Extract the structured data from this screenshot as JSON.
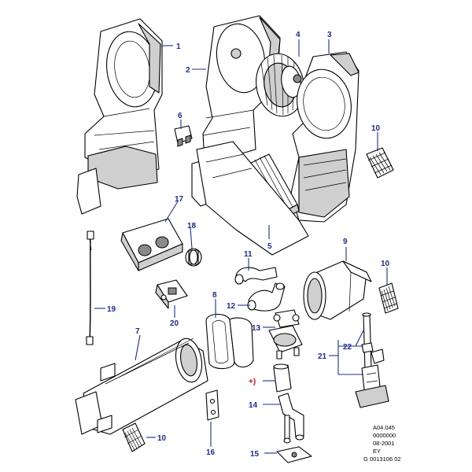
{
  "callouts": {
    "c1": "1",
    "c2": "2",
    "c3": "3",
    "c4": "4",
    "c5": "5",
    "c6": "6",
    "c7": "7",
    "c8": "8",
    "c9": "9",
    "c10a": "10",
    "c10b": "10",
    "c10c": "10",
    "c11": "11",
    "c12": "12",
    "c13": "13",
    "c14": "14",
    "c15": "15",
    "c16": "16",
    "c17": "17",
    "c18": "18",
    "c19": "19",
    "c20": "20",
    "c21": "21",
    "c22": "22",
    "cplus": "+)"
  },
  "reference_block": {
    "line1": "A04.045",
    "line2": "0000000",
    "line3": "08-2001",
    "line4": "EY",
    "line5": "G 0013106 02"
  },
  "colors": {
    "callout": "#1c2d8f",
    "callout_special": "#cc1111"
  }
}
